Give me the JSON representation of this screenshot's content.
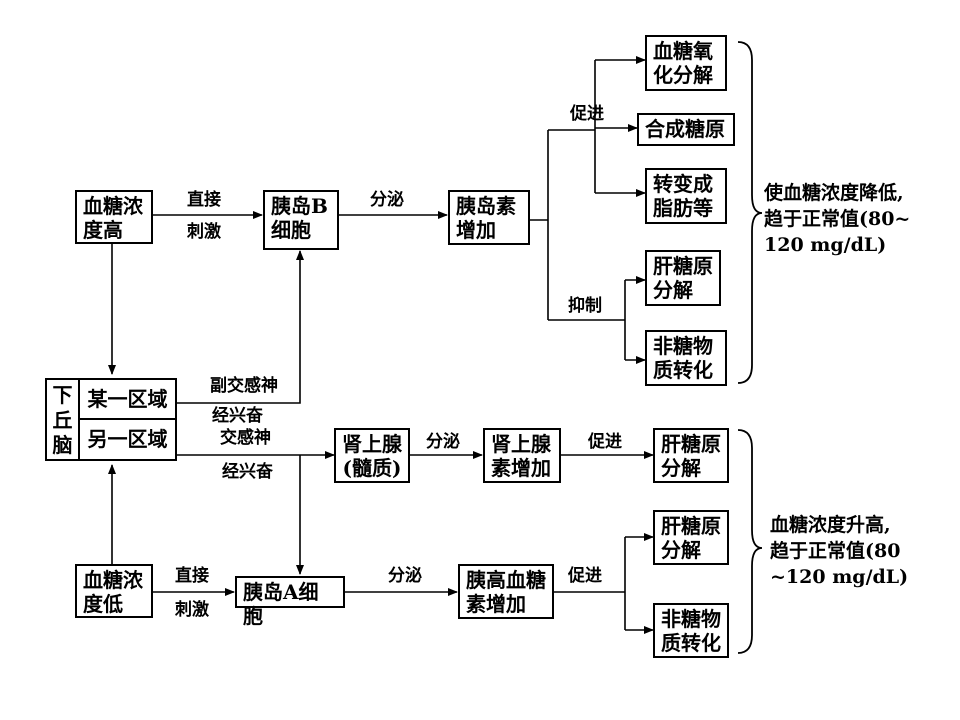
{
  "boxes": {
    "glucose_high": "血糖浓\n度高",
    "islet_b": "胰岛B\n细胞",
    "insulin_up": "胰岛素\n增加",
    "oxidation": "血糖氧\n化分解",
    "glycogen_synthesis": "合成糖原",
    "convert_fat": "转变成\n脂肪等",
    "liver_glycogen_inhibit": "肝糖原\n分解",
    "nonsugar_inhibit": "非糖物\n质转化",
    "adrenal_medulla": "肾上腺\n(髓质)",
    "adrenaline_up": "肾上腺\n素增加",
    "liver_glycogen_adrenal": "肝糖原\n分解",
    "liver_glycogen_glucagon": "肝糖原\n分解",
    "nonsugar_glucagon": "非糖物\n质转化",
    "glucose_low": "血糖浓\n度低",
    "islet_a": "胰岛A细胞",
    "glucagon_up": "胰高血糖\n素增加"
  },
  "hypothalamus": {
    "name": "下\n丘\n脑",
    "region_one": "某一区域",
    "region_two": "另一区域"
  },
  "labels": {
    "direct_top": "直接",
    "stimulate_top": "刺激",
    "secrete_insulin": "分泌",
    "promote_insulin": "促进",
    "inhibit_insulin": "抑制",
    "parasympathetic": "副交感神",
    "para_excite": "经兴奋",
    "sympathetic": "交感神",
    "sym_excite": "经兴奋",
    "secrete_adrenal": "分泌",
    "promote_adrenal": "促进",
    "direct_bottom": "直接",
    "stimulate_bottom": "刺激",
    "secrete_glucagon": "分泌",
    "promote_glucagon": "促进"
  },
  "notes": {
    "lower": "使血糖浓度降低,\n趋于正常值(80~\n120 mg/dL)",
    "raise": "血糖浓度升高,\n趋于正常值(80\n~120 mg/dL)"
  }
}
